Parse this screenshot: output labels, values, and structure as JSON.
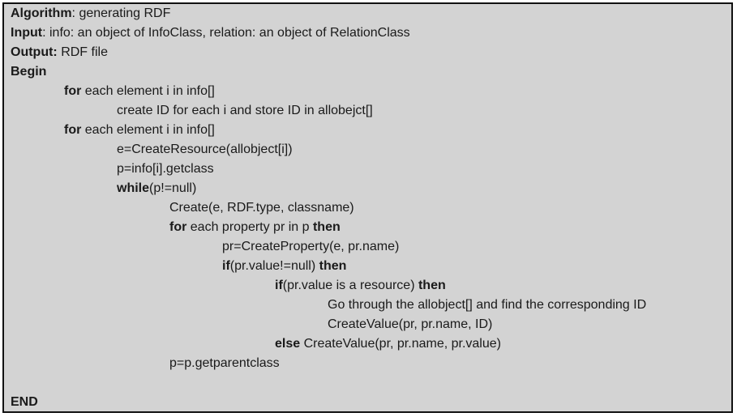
{
  "header": {
    "algorithm_label": "Algorithm",
    "algorithm_value": ": generating RDF",
    "input_label": "Input",
    "input_value": ": info: an object of InfoClass, relation: an object of RelationClass",
    "output_label": "Output:",
    "output_value": " RDF file"
  },
  "code": {
    "begin": "Begin",
    "line1_kw": "for",
    "line1_text": " each element i in info[]",
    "line2_text": "create ID for each i and store ID in allobejct[]",
    "line3_kw": "for",
    "line3_text": " each element i in info[]",
    "line4_text": "e=CreateResource(allobject[i])",
    "line5_text": "p=info[i].getclass",
    "line6_kw": "while",
    "line6_text": "(p!=null)",
    "line7_text": "Create(e, RDF.type, classname)",
    "line8_kw": "for",
    "line8_text": " each property pr in p ",
    "line8_kw2": "then",
    "line9_text": "pr=CreateProperty(e, pr.name)",
    "line10_kw": "if",
    "line10_text": "(pr.value!=null) ",
    "line10_kw2": "then",
    "line11_kw": "if",
    "line11_text": "(pr.value is a resource) ",
    "line11_kw2": "then",
    "line12_text": "Go through the allobject[] and find the corresponding ID",
    "line13_text": "CreateValue(pr, pr.name, ID)",
    "line14_kw": "else",
    "line14_text": " CreateValue(pr, pr.name, pr.value)",
    "line15_text": "p=p.getparentclass",
    "end": "END"
  }
}
